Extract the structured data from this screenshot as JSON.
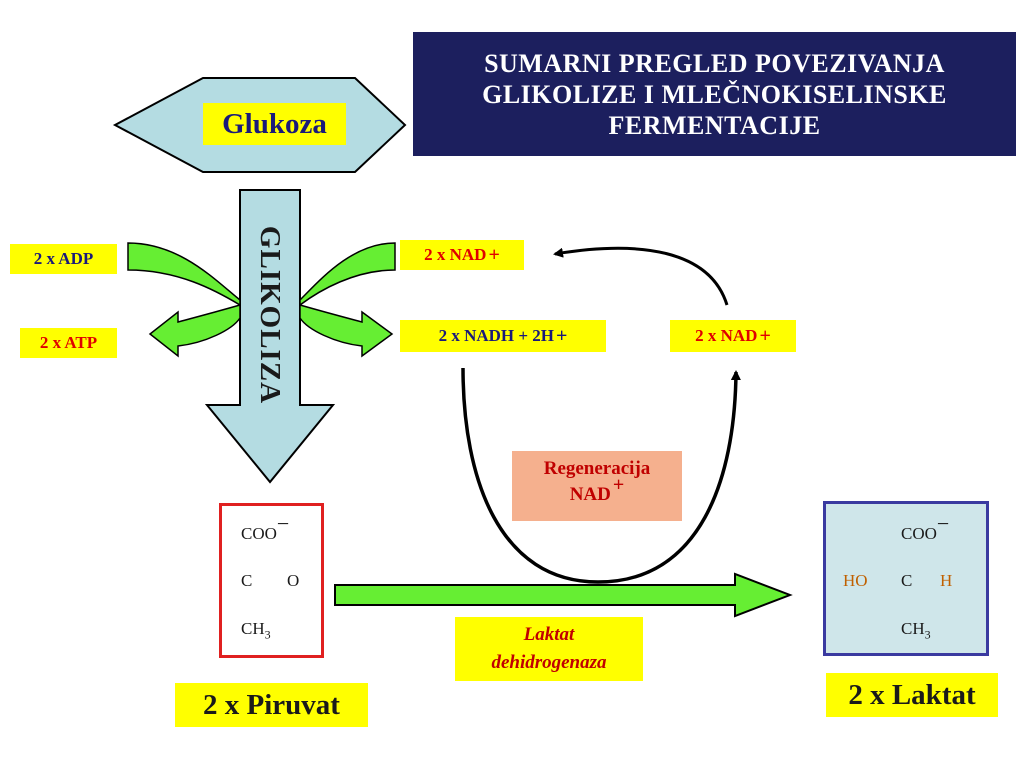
{
  "title": {
    "line1": "SUMARNI  PREGLED  POVEZIVANJA",
    "line2": "GLIKOLIZE  I  MLEČNOKISELINSKE",
    "line3": "FERMENTACIJE"
  },
  "glucose": "Glukoza",
  "glycolysis": "GLIKOLIZA",
  "adp": "2 x ADP",
  "atp": "2 x ATP",
  "nad_top": "2 x NAD",
  "nadh": "2 x NADH + 2H",
  "nad_right": "2 x NAD",
  "plus": "+",
  "regeneration": {
    "line1": "Regeneracija",
    "line2": "NAD",
    "plus": "+"
  },
  "enzyme": {
    "line1": "Laktat",
    "line2": "dehidrogenaza"
  },
  "pyruvate": {
    "label": "2 x Piruvat",
    "coo": "COO",
    "minus": "−",
    "carbon": "C",
    "oxygen": "O",
    "ch": "CH",
    "sub3": "3"
  },
  "lactate": {
    "label": "2 x Laktat",
    "coo": "COO",
    "minus": "−",
    "ho": "HO",
    "carbon": "C",
    "hydrogen": "H",
    "ch": "CH",
    "sub3": "3"
  },
  "colors": {
    "title_bg": "#1c1f5e",
    "arrow_green": "#66ee33",
    "arrow_blue": "#b4dce2",
    "label_yellow": "#ffff00",
    "regen_bg": "#f5b08e"
  }
}
